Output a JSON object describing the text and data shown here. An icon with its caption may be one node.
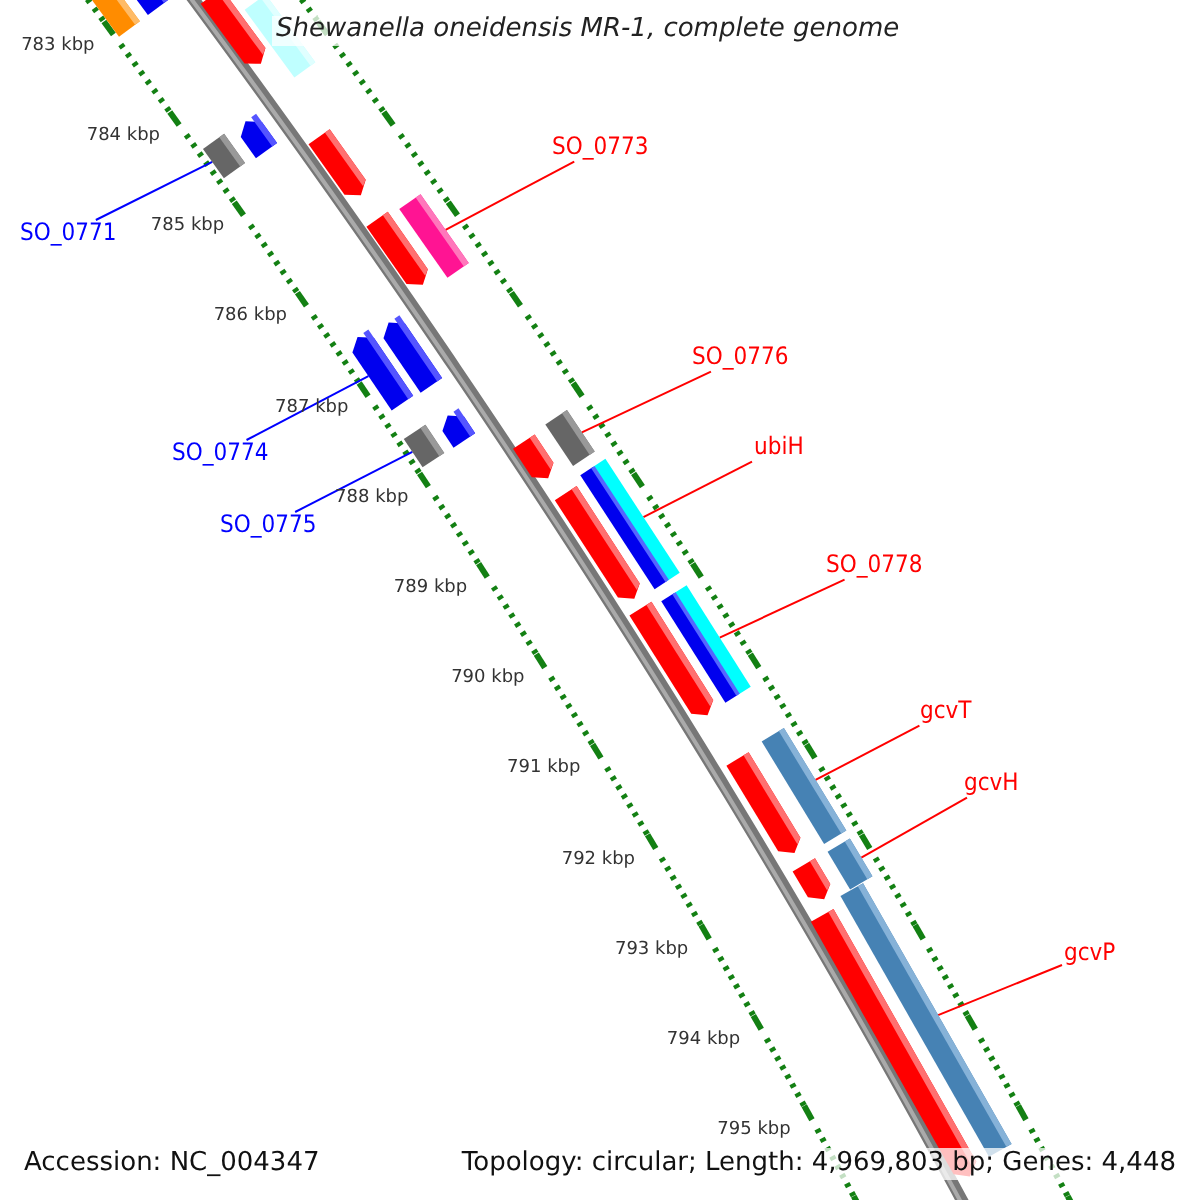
{
  "diagram": {
    "title": "Shewanella oneidensis MR-1, complete genome",
    "nodes": [
      {
        "text": [
          "SO_0773"
        ]
      },
      {
        "text": [
          "SO_0771"
        ]
      },
      {
        "text": [
          "SO_0776"
        ]
      },
      {
        "text": [
          "ubiH"
        ]
      },
      {
        "text": [
          "SO_0774"
        ]
      },
      {
        "text": [
          "SO_0775"
        ]
      },
      {
        "text": [
          "SO_0778"
        ]
      },
      {
        "text": [
          "gcvT"
        ]
      },
      {
        "text": [
          "gcvH"
        ]
      },
      {
        "text": [
          "gcvP"
        ]
      },
      {
        "text": [],
        "shape": "bar"
      },
      {
        "text": [],
        "shape": "bar"
      },
      {
        "text": [],
        "shape": "bar"
      },
      {
        "text": [],
        "shape": "bar"
      },
      {
        "text": [],
        "shape": "bar"
      },
      {
        "text": [],
        "shape": "bar"
      },
      {
        "text": [],
        "shape": "bar"
      },
      {
        "text": [],
        "shape": "bar"
      },
      {
        "text": [],
        "shape": "bar"
      },
      {
        "text": [],
        "shape": "bar"
      }
    ],
    "edges": [
      {
        "from": 0,
        "to": 10,
        "arrow": "none"
      },
      {
        "from": 1,
        "to": 11,
        "arrow": "none",
        "color": "#0000ff"
      },
      {
        "from": 2,
        "to": 12,
        "arrow": "none"
      },
      {
        "from": 3,
        "to": 13,
        "arrow": "none"
      },
      {
        "from": 4,
        "to": 14,
        "arrow": "none",
        "color": "#0000ff"
      },
      {
        "from": 5,
        "to": 15,
        "arrow": "none",
        "color": "#0000ff"
      },
      {
        "from": 6,
        "to": 16,
        "arrow": "none"
      },
      {
        "from": 7,
        "to": 17,
        "arrow": "none"
      },
      {
        "from": 8,
        "to": 18,
        "arrow": "none"
      },
      {
        "from": 9,
        "to": 19,
        "arrow": "none"
      }
    ],
    "labels": [
      "783 kbp",
      "784 kbp",
      "785 kbp",
      "786 kbp",
      "787 kbp",
      "788 kbp",
      "789 kbp",
      "790 kbp",
      "791 kbp",
      "792 kbp",
      "793 kbp",
      "794 kbp",
      "795 kbp",
      "Accession: NC_004347",
      "Topology: circular; Length: 4,969,803 bp; Genes: 4,448"
    ]
  }
}
